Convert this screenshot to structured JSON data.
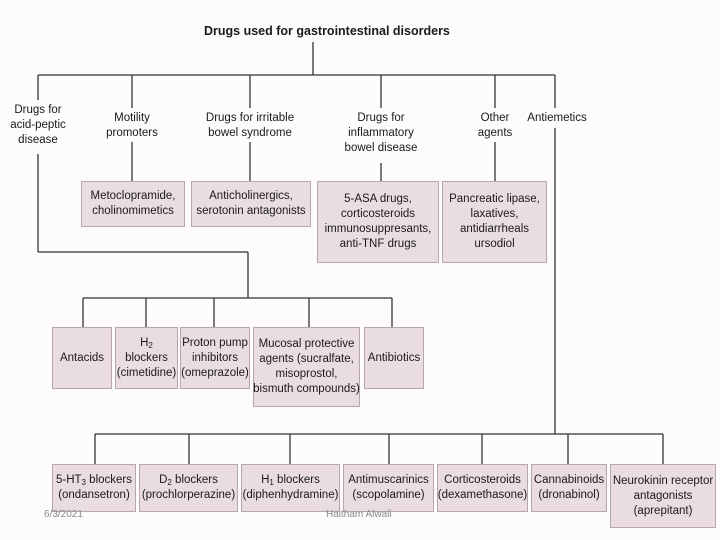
{
  "title": "Drugs used for gastrointestinal disorders",
  "categories": [
    {
      "lines": [
        "Drugs for",
        "acid-peptic",
        "disease"
      ]
    },
    {
      "lines": [
        "Motility",
        "promoters"
      ]
    },
    {
      "lines": [
        "Drugs for irritable",
        "bowel syndrome"
      ]
    },
    {
      "lines": [
        "Drugs for",
        "inflammatory",
        "bowel disease"
      ]
    },
    {
      "lines": [
        "Other",
        "agents"
      ]
    },
    {
      "lines": [
        "Antiemetics"
      ]
    }
  ],
  "category_boxes": [
    {
      "lines": [
        "Metoclopramide,",
        "cholinomimetics"
      ]
    },
    {
      "lines": [
        "Anticholinergics,",
        "serotonin antagonists"
      ]
    },
    {
      "lines": [
        "5-ASA drugs,",
        "corticosteroids",
        "immunosuppresants,",
        "anti-TNF drugs"
      ]
    },
    {
      "lines": [
        "Pancreatic lipase,",
        "laxatives,",
        "antidiarrheals",
        "ursodiol"
      ]
    }
  ],
  "acid_peptic_boxes": [
    {
      "lines": [
        "Antacids"
      ]
    },
    {
      "lines": [
        "H",
        "blockers",
        "(cimetidine)"
      ],
      "sub": "2"
    },
    {
      "lines": [
        "Proton pump",
        "inhibitors",
        "(omeprazole)"
      ]
    },
    {
      "lines": [
        "Mucosal protective",
        "agents (sucralfate,",
        "misoprostol,",
        "bismuth compounds)"
      ]
    },
    {
      "lines": [
        "Antibiotics"
      ]
    }
  ],
  "antiemetic_boxes": [
    {
      "lines": [
        "5-HT",
        " blockers",
        "(ondansetron)"
      ],
      "sub": "3"
    },
    {
      "lines": [
        "D",
        " blockers",
        "(prochlorperazine)"
      ],
      "sub": "2"
    },
    {
      "lines": [
        "H",
        " blockers",
        "(diphenhydramine)"
      ],
      "sub": "1"
    },
    {
      "lines": [
        "Antimuscarinics",
        "(scopolamine)"
      ]
    },
    {
      "lines": [
        "Corticosteroids",
        "(dexamethasone)"
      ]
    },
    {
      "lines": [
        "Cannabinoids",
        "(dronabinol)"
      ]
    },
    {
      "lines": [
        "Neurokinin receptor",
        "antagonists",
        "(aprepitant)"
      ]
    }
  ],
  "footer": {
    "date": "6/3/2021",
    "author": "Haitham Alwali"
  },
  "colors": {
    "box_fill": "#e9dde0",
    "box_border": "#b7a7ab",
    "line": "#333333"
  }
}
